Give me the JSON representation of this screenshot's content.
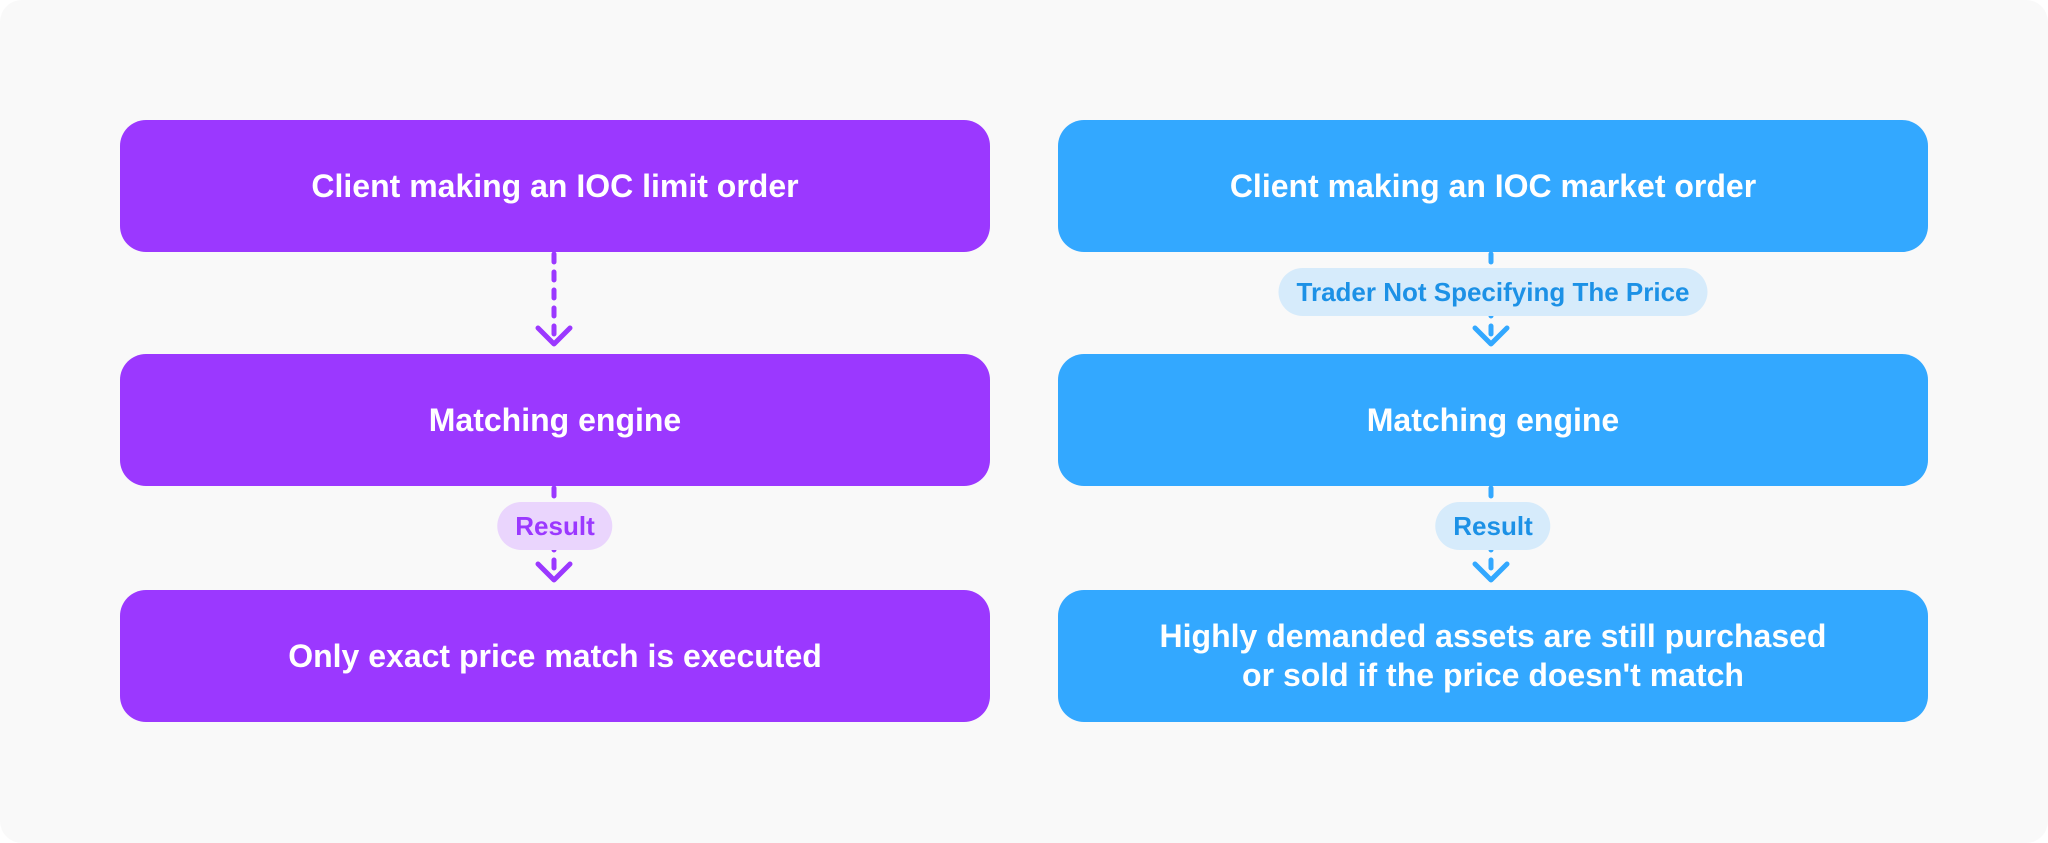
{
  "colors": {
    "background": "#f9f9f9",
    "limit_order_primary": "#9b38ff",
    "limit_order_label_bg": "#ead5fd",
    "market_order_primary": "#33a8ff",
    "market_order_label_bg": "#d6ebfb",
    "market_order_label_text": "#1c91e6"
  },
  "left_flow": {
    "start": "Client making an IOC limit order",
    "connector1_label": null,
    "middle": "Matching engine",
    "connector2_label": "Result",
    "end": "Only exact price match is executed"
  },
  "right_flow": {
    "start": "Client making an IOC market order",
    "connector1_label": "Trader Not Specifying The Price",
    "middle": "Matching engine",
    "connector2_label": "Result",
    "end_line1": "Highly demanded assets are still purchased",
    "end_line2": "or sold if the price doesn't match"
  }
}
